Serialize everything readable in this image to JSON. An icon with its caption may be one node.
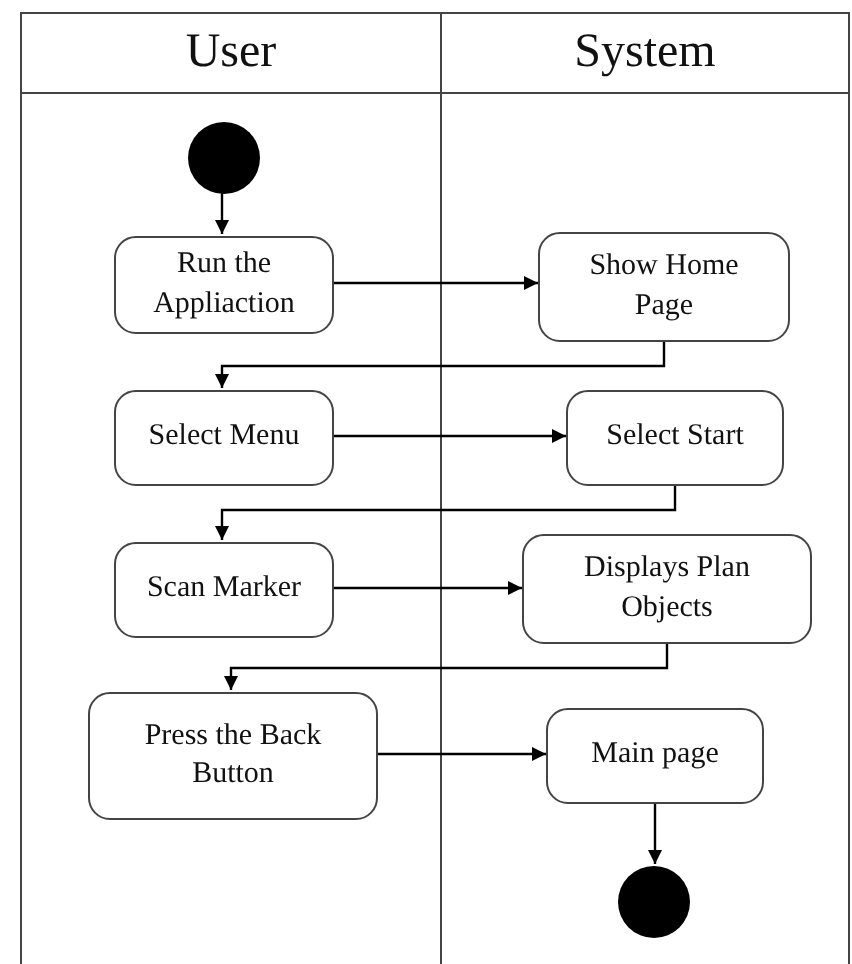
{
  "diagram": {
    "nodes": [
      {
        "text": [
          "User"
        ]
      },
      {
        "text": [
          "System"
        ]
      },
      {
        "text": [],
        "shape": "circle",
        "in": 0
      },
      {
        "text": [
          "Run the Appliaction"
        ],
        "in": 0
      },
      {
        "text": [
          "Show Home Page"
        ],
        "in": 1
      },
      {
        "text": [
          "Select Menu"
        ],
        "in": 0
      },
      {
        "text": [
          "Select Start"
        ],
        "in": 1
      },
      {
        "text": [
          "Scan Marker"
        ],
        "in": 0
      },
      {
        "text": [
          "Displays Plan Objects"
        ],
        "in": 1
      },
      {
        "text": [
          "Press the Back Button"
        ],
        "in": 0
      },
      {
        "text": [
          "Main page"
        ],
        "in": 1
      },
      {
        "text": [],
        "shape": "circle",
        "in": 1
      }
    ],
    "edges": [
      {
        "from": 2,
        "to": 3,
        "arrow": "to"
      },
      {
        "from": 3,
        "to": 4,
        "arrow": "to"
      },
      {
        "from": 4,
        "to": 5,
        "arrow": "to"
      },
      {
        "from": 5,
        "to": 6,
        "arrow": "to"
      },
      {
        "from": 6,
        "to": 7,
        "arrow": "to"
      },
      {
        "from": 7,
        "to": 8,
        "arrow": "to"
      },
      {
        "from": 8,
        "to": 9,
        "arrow": "to"
      },
      {
        "from": 9,
        "to": 10,
        "arrow": "to"
      },
      {
        "from": 10,
        "to": 11,
        "arrow": "to"
      }
    ]
  }
}
